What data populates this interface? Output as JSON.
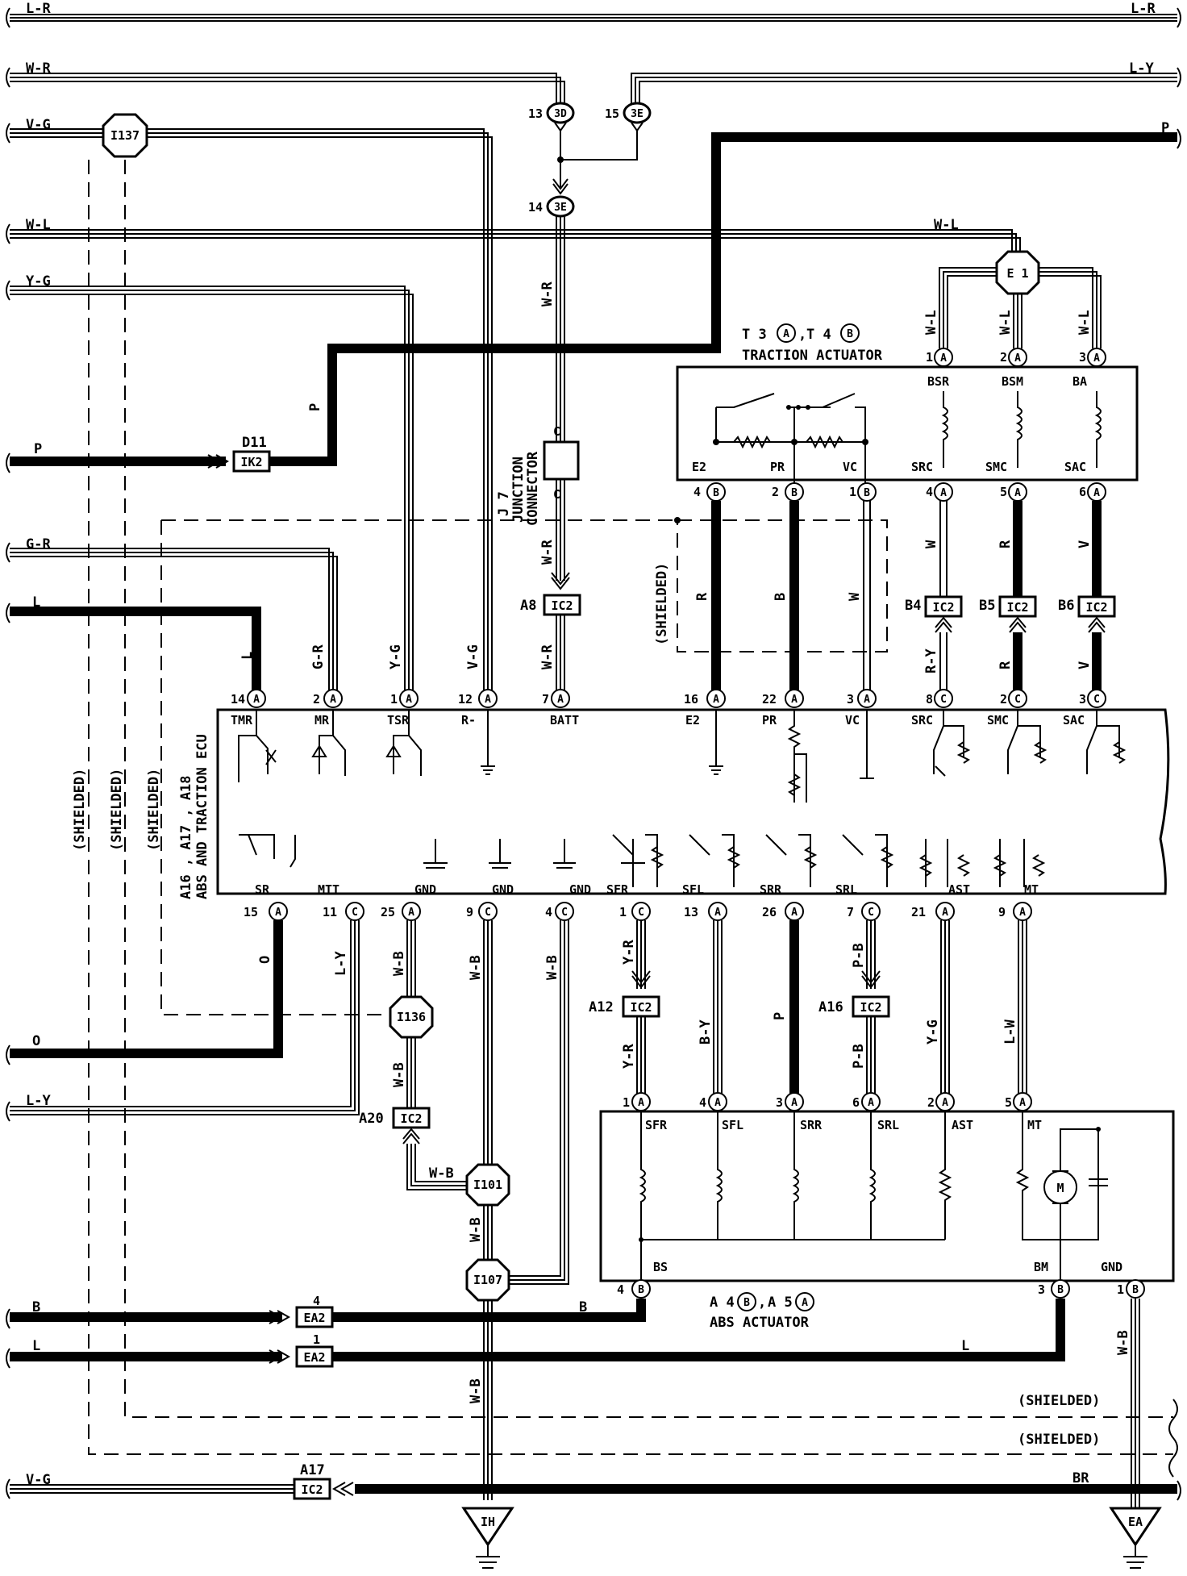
{
  "wire_colors": {
    "top_left": "L-R",
    "top_right": "L-R",
    "w_r_left": "W-R",
    "l_y_right": "L-Y",
    "v_g_left": "V-G",
    "p_right": "P",
    "w_l_left": "W-L",
    "w_l_mid": "W-L",
    "y_g_left": "Y-G",
    "p_left": "P",
    "p_vert": "P",
    "g_r_left": "G-R",
    "l_left": "L",
    "o_left": "O",
    "l_y_left": "L-Y",
    "b_left": "B",
    "l_left2": "L",
    "v_g_bottom": "V-G",
    "w_r_vert": "W-R",
    "w_r_lower": "W-R",
    "w_r_lower2": "W-R",
    "ecu_top": [
      "L",
      "G-R",
      "Y-G",
      "V-G"
    ],
    "shield_r": "R",
    "shield_b": "B",
    "shield_w": "W",
    "src": "W",
    "snc": "R",
    "sac": "V",
    "src2": "R-Y",
    "snc2": "R",
    "sac2": "V",
    "e1_1": "W-L",
    "e1_2": "W-L",
    "e1_3": "W-L",
    "sr": "O",
    "mtt": "L-Y",
    "gnd25": "W-B",
    "gnd9": "W-B",
    "gnd4": "W-B",
    "sfr": "Y-R",
    "sfr2": "Y-R",
    "sfl": "B-Y",
    "srr": "P",
    "srl": "P-B",
    "srl2": "P-B",
    "ast": "Y-G",
    "mt": "L-W",
    "w_b_136": "W-B",
    "w_b_a20": "W-B",
    "w_b_101": "W-B",
    "w_b_ih": "W-B",
    "b_bs": "B",
    "l_bm": "L",
    "w_b_ea": "W-B",
    "br": "BR"
  },
  "connectors": {
    "c13": "13",
    "c13_id": "3D",
    "c15": "15",
    "c15_id": "3E",
    "c14": "14",
    "c14_id": "3E",
    "i137": "I137",
    "e1": "E 1",
    "ik2": "IK2",
    "d11": "D11",
    "ic2_a8": "IC2",
    "a8": "A8",
    "b4": "B4",
    "b5": "B5",
    "b6": "B6",
    "ic2": "IC2",
    "a12": "A12",
    "a16": "A16",
    "a20": "A20",
    "i136": "I136",
    "i101": "I101",
    "i107": "I107",
    "ea2": "EA2",
    "ea2_4": "4",
    "ea2_1": "1",
    "a17": "A17",
    "ih": "IH",
    "ea": "EA"
  },
  "junction": {
    "label1": "J 7",
    "label2": "JUNCTION",
    "label3": "CONNECTOR",
    "c_top": "C",
    "c_bot": "C"
  },
  "shielded": "(SHIELDED)",
  "traction_actuator": {
    "title": "TRACTION ACTUATOR",
    "ref_t3": "T 3",
    "ref_t4": "T 4",
    "sep": ",",
    "pins_top": [
      {
        "num": "1",
        "conn": "A",
        "label": "BSR"
      },
      {
        "num": "2",
        "conn": "A",
        "label": "BSM"
      },
      {
        "num": "3",
        "conn": "A",
        "label": "BA"
      }
    ],
    "pins_bottom": [
      {
        "num": "4",
        "conn": "B",
        "label": "E2"
      },
      {
        "num": "2",
        "conn": "B",
        "label": "PR"
      },
      {
        "num": "1",
        "conn": "B",
        "label": "VC"
      },
      {
        "num": "4",
        "conn": "A",
        "label": "SRC"
      },
      {
        "num": "5",
        "conn": "A",
        "label": "SMC"
      },
      {
        "num": "6",
        "conn": "A",
        "label": "SAC"
      }
    ]
  },
  "ecu": {
    "title": "ABS AND TRACTION ECU",
    "refs": "A16 , A17 , A18",
    "ref_a16": "A16",
    "ref_a17": "A17",
    "ref_a18": "A18",
    "top_pins": [
      {
        "num": "14",
        "conn": "A",
        "label": "TMR"
      },
      {
        "num": "2",
        "conn": "A",
        "label": "MR"
      },
      {
        "num": "1",
        "conn": "A",
        "label": "TSR"
      },
      {
        "num": "12",
        "conn": "A",
        "label": "R-"
      },
      {
        "num": "7",
        "conn": "A",
        "label": "BATT"
      },
      {
        "num": "16",
        "conn": "A",
        "label": "E2"
      },
      {
        "num": "22",
        "conn": "A",
        "label": "PR"
      },
      {
        "num": "3",
        "conn": "A",
        "label": "VC"
      },
      {
        "num": "8",
        "conn": "C",
        "label": "SRC"
      },
      {
        "num": "2",
        "conn": "C",
        "label": "SMC"
      },
      {
        "num": "3",
        "conn": "C",
        "label": "SAC"
      }
    ],
    "bottom_pins": [
      {
        "num": "15",
        "conn": "A",
        "label": "SR"
      },
      {
        "num": "11",
        "conn": "C",
        "label": "MTT"
      },
      {
        "num": "25",
        "conn": "A",
        "label": "GND"
      },
      {
        "num": "9",
        "conn": "C",
        "label": "GND"
      },
      {
        "num": "4",
        "conn": "C",
        "label": "GND"
      },
      {
        "num": "1",
        "conn": "C",
        "label": "SFR"
      },
      {
        "num": "13",
        "conn": "A",
        "label": "SFL"
      },
      {
        "num": "26",
        "conn": "A",
        "label": "SRR"
      },
      {
        "num": "7",
        "conn": "C",
        "label": "SRL"
      },
      {
        "num": "21",
        "conn": "A",
        "label": "AST"
      },
      {
        "num": "9",
        "conn": "A",
        "label": "MT"
      }
    ]
  },
  "abs_actuator": {
    "title": "ABS ACTUATOR",
    "ref_a4": "A 4",
    "ref_a5": "A 5",
    "sep": ",",
    "top_pins": [
      {
        "num": "1",
        "conn": "A",
        "label": "SFR"
      },
      {
        "num": "4",
        "conn": "A",
        "label": "SFL"
      },
      {
        "num": "3",
        "conn": "A",
        "label": "SRR"
      },
      {
        "num": "6",
        "conn": "A",
        "label": "SRL"
      },
      {
        "num": "2",
        "conn": "A",
        "label": "AST"
      },
      {
        "num": "5",
        "conn": "A",
        "label": "MT"
      }
    ],
    "bottom_pins": [
      {
        "num": "4",
        "conn": "B",
        "label": "BS"
      },
      {
        "num": "3",
        "conn": "B",
        "label": "BM"
      },
      {
        "num": "1",
        "conn": "B",
        "label": "GND"
      }
    ],
    "motor": "M"
  }
}
